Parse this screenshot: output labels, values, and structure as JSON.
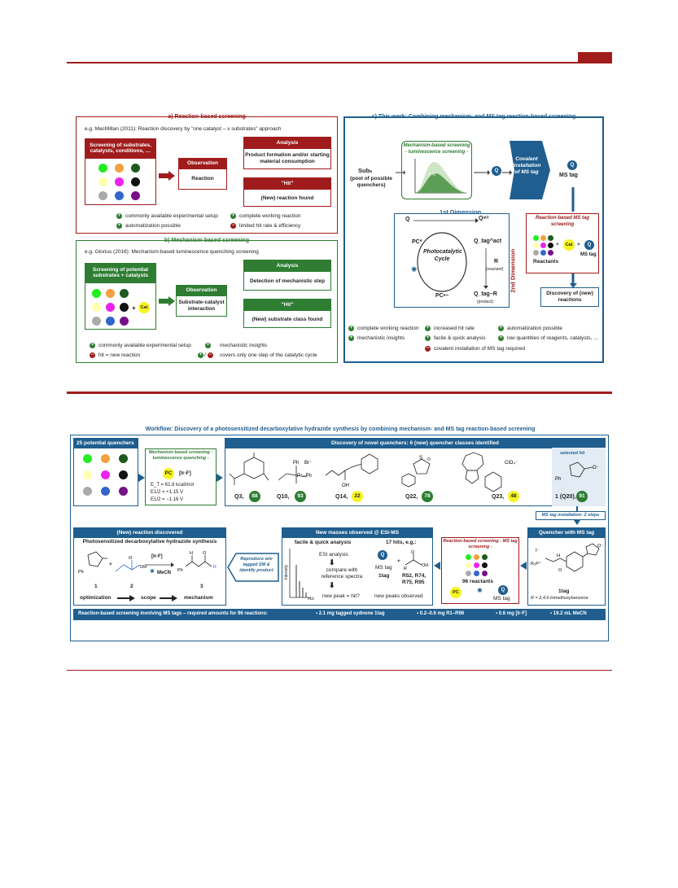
{
  "colors": {
    "red": "#a01c1c",
    "green": "#2e7d32",
    "blue": "#1f5e8e",
    "yellow": "#f7f421"
  },
  "panel_a": {
    "title": "a) Reaction-based screening",
    "example": "e.g. MacMillan (2011): Reaction discovery by \"one catalyst – x substrates\" approach",
    "screen_box": "Screening of substrates, catalysts, conditions, …",
    "observation_hdr": "Observation",
    "observation_txt": "Reaction",
    "analysis_hdr": "Analysis",
    "analysis_txt": "Product formation and/or starting material consumption",
    "hit_hdr": "\"Hit\"",
    "hit_txt": "(New) reaction found",
    "pros": [
      "commonly available experimental setup",
      "automatization possible",
      "complete working reaction"
    ],
    "con": "limited hit rate & efficiency"
  },
  "panel_b": {
    "title": "b) Mechanism-based screening",
    "example": "e.g. Glorius (2016): Mechanism-based luminescence quenching screening",
    "screen_box": "Screening of potential substrates + catalysts",
    "cat": "Cat",
    "plus": "+",
    "observation_hdr": "Observation",
    "observation_txt": "Substrate-catalyst interaction",
    "analysis_hdr": "Analysis",
    "analysis_txt": "Detection of mechanistic step",
    "hit_hdr": "\"Hit\"",
    "hit_txt": "(New) substrate class found",
    "pro1": "commonly available experimental setup",
    "pro2": "mechanistic insights",
    "con1": "hit = new reaction",
    "con2": "covers only one step of the catalytic cycle"
  },
  "panel_c": {
    "title": "c) This work: Combining mechanism- and MS tag reaction-based screening",
    "sub": "Subₙ",
    "pool": "(pool of possible quenchers)",
    "mech_title": "Mechanism-based screening - luminescence screening -",
    "q": "Q",
    "plus_q": "+ Q",
    "covalent": "Covalent installation of MS tag",
    "ms_tag": "MS tag",
    "dim1": "1st Dimension",
    "dim2": "2nd Dimension",
    "q_act": "Qᵃᶜᵗ",
    "qtag_act": "Q_tag^act",
    "pc_star": "PC*",
    "pc_minus": "PC•−",
    "cycle": "Photocatalytic Cycle",
    "r_label": "R",
    "reactant": "(reactant)",
    "qtag_r": "Q_tag–R",
    "product": "(product)",
    "rb_title": "Reaction-based MS tag screening",
    "reactants": "Reactants",
    "cat": "Cat",
    "discovery": "Discovery of (new) reactions",
    "pros": [
      "complete working reaction",
      "mechanistic insights",
      "increased hit rate",
      "facile & quick analysis",
      "automatization possible",
      "low quantities of reagents, catalysts, …"
    ],
    "con": "covalent installation of MS tag required"
  },
  "workflow": {
    "title": "Workflow: Discovery of a photosensitized decarboxylative hydrazide synthesis by combining mechanism- and MS tag reaction-based screening",
    "quenchers_hdr": "25 potential quenchers",
    "mech_title": "Mechanism-based screening - luminescence quenching -",
    "pc": "PC",
    "irf": "[Ir-F]",
    "et": "E_T = 61.8 kcal/mol",
    "e1": "E1/2 = +1.15 V",
    "e2": "E1/2 = −1.16 V",
    "novel_hdr": "Discovery of novel quenchers: 6 (new) quencher classes identified",
    "selected_hit": "selected hit",
    "quenchers": [
      {
        "label": "Q3,",
        "score": "88",
        "hl": false
      },
      {
        "label": "Q10,",
        "score": "93",
        "hl": false
      },
      {
        "label": "Q14,",
        "score": "22",
        "hl": true
      },
      {
        "label": "Q22,",
        "score": "78",
        "hl": false
      },
      {
        "label": "Q23,",
        "score": "48",
        "hl": true
      },
      {
        "label": "1 (Q20),",
        "score": "91",
        "hl": false
      }
    ],
    "tag_install": "MS tag installation: 2 steps",
    "new_rxn_hdr": "(New) reaction discovered",
    "new_rxn_sub": "Photosensitized decarboxylative hydrazide synthesis",
    "rxn_cond1": "[Ir-F]",
    "rxn_cond2": "MeCN",
    "cmpd1": "1",
    "cmpd2": "2",
    "cmpd3": "3",
    "steps": [
      "optimization",
      "scope",
      "mechanism"
    ],
    "reproduce": "Reproduce w/o tagged SM & identify product",
    "esi_hdr": "New masses observed @ ESI-MS",
    "facile": "facile & quick analysis",
    "hits": "17 hits, e.g.:",
    "esi1": "ESI analysis",
    "esi2": "compare with reference spectra",
    "esi3": "new peak = hit?",
    "intensity": "Intensity",
    "mz": "m/z",
    "ms_tag": "MS tag",
    "one_tag": "1tag",
    "r_hits": "R52, R74, R75, R95",
    "new_peaks": "new peaks observed",
    "rb_title": "Reaction-based screening - MS tag screening -",
    "reactants96": "96 reactants",
    "qtag_hdr": "Quencher with MS tag",
    "r_def": "R = 2,4,6-trimethoxybenzene",
    "footer": "Reaction-based screening involving MS tags – required amounts for 96 reactions:",
    "amounts": [
      "2.1 mg tagged sydnone 1tag",
      "0.2–0.6 mg R1–R96",
      "0.6 mg [Ir-F]",
      "19.2 mL MeCN"
    ]
  }
}
